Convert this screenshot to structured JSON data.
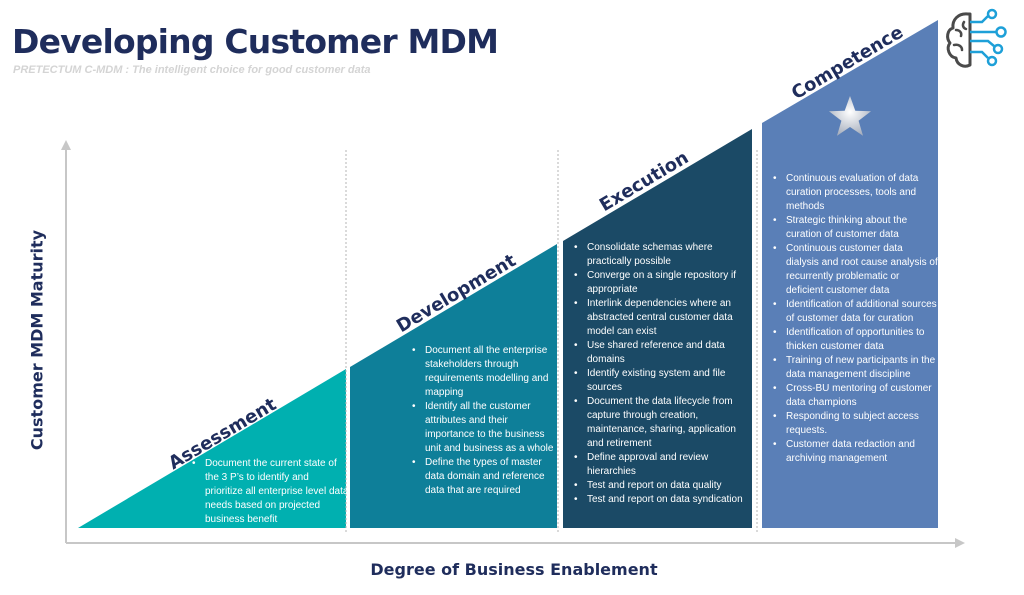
{
  "header": {
    "title": "Developing Customer MDM",
    "subtitle": "PRETECTUM C-MDM : The intelligent choice for good customer data"
  },
  "axes": {
    "y_label": "Customer MDM Maturity",
    "x_label": "Degree of Business Enablement"
  },
  "stages": [
    {
      "title": "Assessment",
      "color": "#00b0b0",
      "items": [
        "Document the current state of the 3 P’s to identify and prioritize all enterprise level data needs based on projected business benefit"
      ]
    },
    {
      "title": "Development",
      "color": "#0e7f99",
      "items": [
        "Document all the enterprise stakeholders through requirements modelling and mapping",
        "Identify all the customer attributes and their importance to the business unit and business as a whole",
        "Define the types of master data domain  and reference data that are required"
      ]
    },
    {
      "title": "Execution",
      "color": "#1b4a66",
      "items": [
        "Consolidate schemas where practically possible",
        "Converge on a single repository if appropriate",
        "Interlink dependencies where an abstracted central customer data model can exist",
        "Use shared reference and data domains",
        "Identify existing system and file sources",
        "Document the data lifecycle from capture through creation, maintenance, sharing, application and retirement",
        "Define approval and review hierarchies",
        "Test and report on data quality",
        "Test and report on data syndication"
      ]
    },
    {
      "title": "Competence",
      "color": "#5a7fb7",
      "items": [
        "Continuous evaluation of data curation processes, tools and methods",
        "Strategic thinking about the curation of customer data",
        "Continuous customer data dialysis and root cause analysis of recurrently problematic or deficient customer data",
        "Identification of additional sources of customer data for curation",
        "Identification of opportunities to thicken customer data",
        "Training of new participants in the data management discipline",
        "Cross-BU mentoring of customer data champions",
        "Responding to subject access requests.",
        "Customer data redaction and archiving management"
      ]
    }
  ],
  "icons": {
    "logo": "brain-circuit-icon",
    "top_stage": "star-icon"
  }
}
